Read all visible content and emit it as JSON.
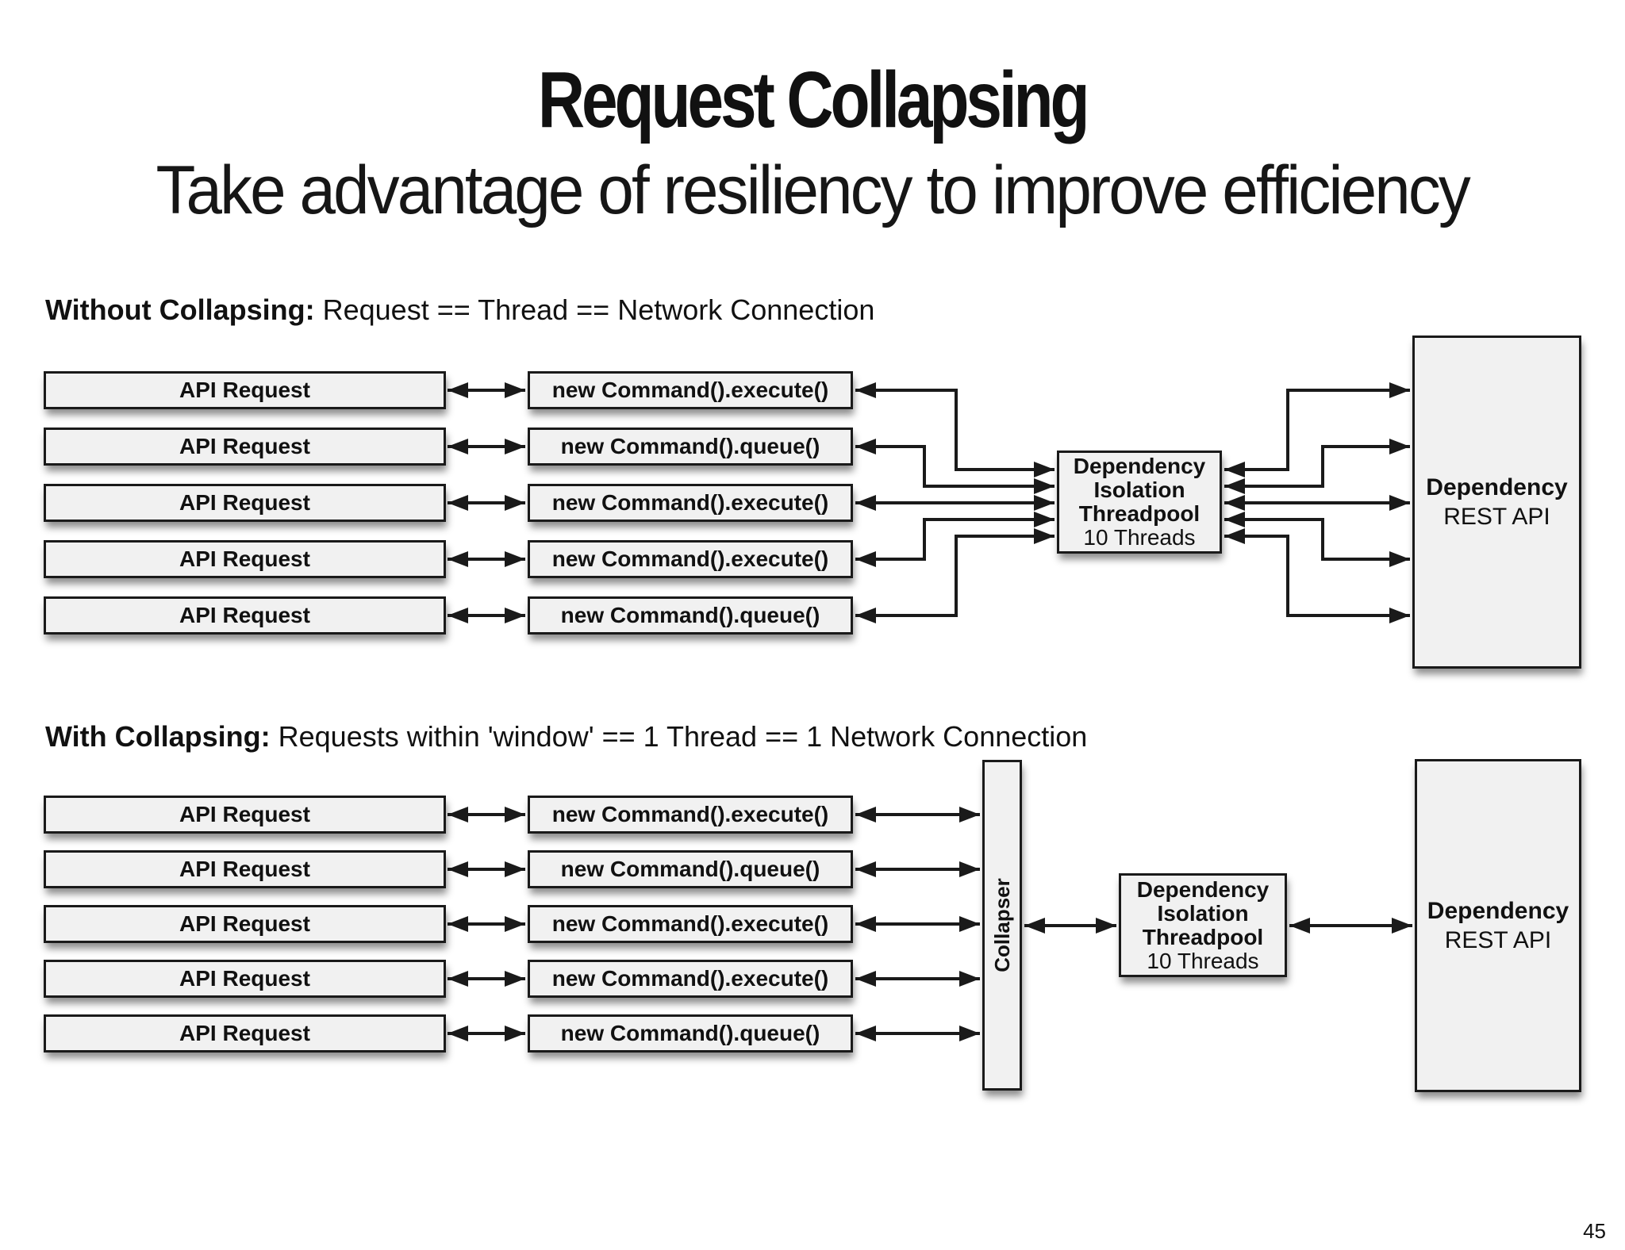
{
  "slide": {
    "title": "Request Collapsing",
    "subtitle": "Take advantage of resiliency to improve efficiency",
    "page_number": "45"
  },
  "colors": {
    "background": "#ffffff",
    "box_fill": "#f1f1f1",
    "box_border": "#1a1a1a",
    "connector": "#1a1a1a",
    "text": "#111111"
  },
  "diagram_without": {
    "heading_bold": "Without Collapsing:",
    "heading_rest": "Request == Thread == Network Connection",
    "rows": [
      {
        "request": "API Request",
        "command": "new Command().execute()"
      },
      {
        "request": "API Request",
        "command": "new Command().queue()"
      },
      {
        "request": "API Request",
        "command": "new Command().execute()"
      },
      {
        "request": "API Request",
        "command": "new Command().execute()"
      },
      {
        "request": "API Request",
        "command": "new Command().queue()"
      }
    ],
    "threadpool": {
      "line1": "Dependency",
      "line2": "Isolation",
      "line3": "Threadpool",
      "line4": "10 Threads"
    },
    "dependency": {
      "line1": "Dependency",
      "line2": "REST API"
    }
  },
  "diagram_with": {
    "heading_bold": "With Collapsing:",
    "heading_rest": "Requests within 'window' == 1 Thread == 1 Network Connection",
    "collapser_label": "Collapser",
    "rows": [
      {
        "request": "API Request",
        "command": "new Command().execute()"
      },
      {
        "request": "API Request",
        "command": "new Command().queue()"
      },
      {
        "request": "API Request",
        "command": "new Command().execute()"
      },
      {
        "request": "API Request",
        "command": "new Command().execute()"
      },
      {
        "request": "API Request",
        "command": "new Command().queue()"
      }
    ],
    "threadpool": {
      "line1": "Dependency",
      "line2": "Isolation",
      "line3": "Threadpool",
      "line4": "10 Threads"
    },
    "dependency": {
      "line1": "Dependency",
      "line2": "REST API"
    }
  }
}
